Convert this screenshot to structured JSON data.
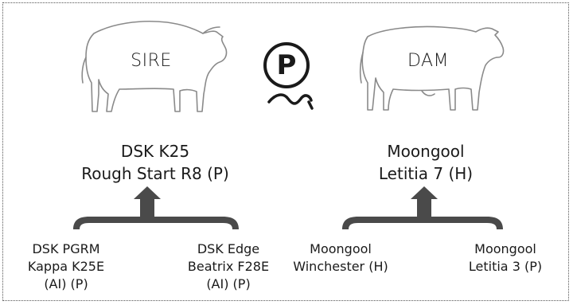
{
  "sire": {
    "title": "SIRE",
    "name_line1": "DSK K25",
    "name_line2": "Rough Start R8 (P)"
  },
  "dam": {
    "title": "DAM",
    "name_line1": "Moongool",
    "name_line2": "Letitia 7 (H)"
  },
  "polled_symbol": {
    "letter": "P"
  },
  "sire_parents": [
    {
      "line1": "DSK PGRM",
      "line2": "Kappa K25E",
      "line3": "(AI) (P)"
    },
    {
      "line1": "DSK Edge",
      "line2": "Beatrix F28E",
      "line3": "(AI) (P)"
    }
  ],
  "dam_parents": [
    {
      "line1": "Moongool",
      "line2": "Winchester (H)"
    },
    {
      "line1": "Moongool",
      "line2": "Letitia 3 (P)"
    }
  ],
  "colors": {
    "line": "#1a1a1a",
    "arrow": "#4a4a4a",
    "outline": "#8a8a8a"
  }
}
